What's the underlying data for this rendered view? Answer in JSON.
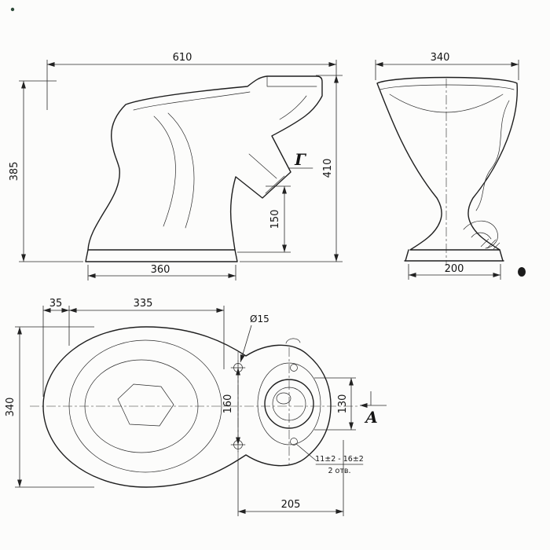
{
  "meta": {
    "background": "#fcfcfb",
    "ink": "#1f1f1f",
    "drawing_type": "toilet-bowl-dimension-drawing"
  },
  "views": {
    "side": {
      "label": "side-elevation",
      "dims": {
        "overall_depth": "610",
        "bowl_height": "385",
        "overall_height": "410",
        "outlet_height": "150",
        "base_depth": "360"
      },
      "section_label": "Г"
    },
    "front": {
      "label": "front-elevation",
      "dims": {
        "overall_width": "340",
        "base_width": "200"
      }
    },
    "plan": {
      "label": "plan-view",
      "dims": {
        "front_offset": "35",
        "seat_length": "335",
        "hole_diameter": "Ø15",
        "overall_width": "340",
        "bolt_hole_spacing": "160",
        "outlet_span": "130",
        "rear_length": "205"
      },
      "section_label": "А",
      "note_line1": "11±2 - 16±2",
      "note_line2": "2 отв."
    }
  }
}
